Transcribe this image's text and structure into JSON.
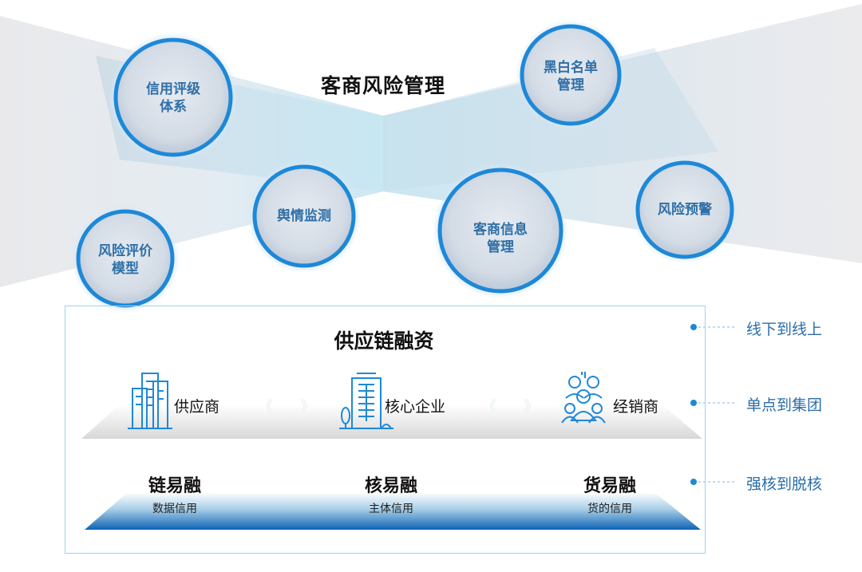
{
  "top": {
    "title": "客商风险管理",
    "bubbles": [
      {
        "line1": "信用评级",
        "line2": "体系"
      },
      {
        "line1": "黑白名单",
        "line2": "管理"
      },
      {
        "line1": "舆情监测",
        "line2": ""
      },
      {
        "line1": "客商信息",
        "line2": "管理"
      },
      {
        "line1": "风险预警",
        "line2": ""
      },
      {
        "line1": "风险评价",
        "line2": "模型"
      }
    ]
  },
  "supply_chain": {
    "title": "供应链融资",
    "parties": [
      "供应商",
      "核心企业",
      "经销商"
    ],
    "chevrons": "《 》",
    "party_icons": [
      "office-buildings-icon",
      "tower-building-icon",
      "people-group-icon"
    ]
  },
  "products": [
    {
      "name": "链易融",
      "desc": "数据信用"
    },
    {
      "name": "核易融",
      "desc": "主体信用"
    },
    {
      "name": "货易融",
      "desc": "货的信用"
    }
  ],
  "side_notes": [
    "线下到线上",
    "单点到集团",
    "强核到脱核"
  ],
  "colors": {
    "accent_blue": "#1e88d8",
    "bubble_text": "#2f6fa7",
    "side_text": "#2b6ea8",
    "box_border": "#9bd5e6"
  }
}
